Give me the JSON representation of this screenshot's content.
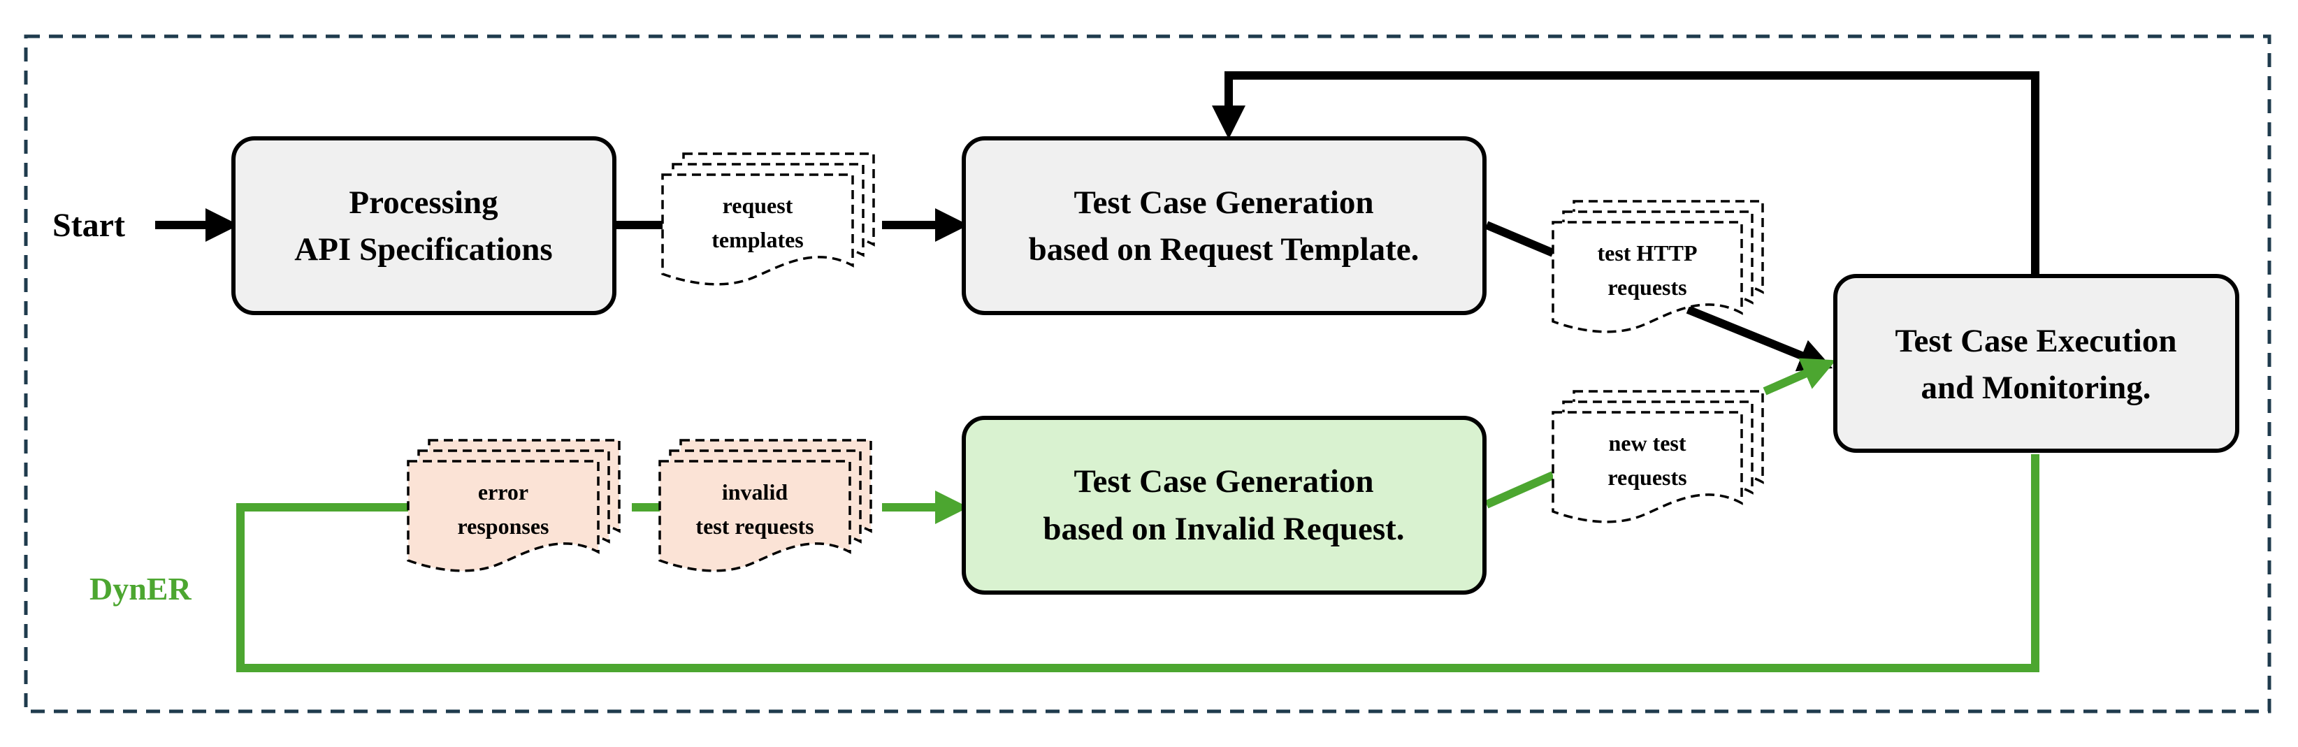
{
  "colors": {
    "frame": "#1f3b4d",
    "black_flow": "#000000",
    "green_flow": "#4ca630",
    "box_fill_gray": "#f0f0f0",
    "box_fill_green": "#d9f2d0",
    "doc_fill_peach": "#fbe3d6",
    "doc_fill_white": "#ffffff"
  },
  "start_label": "Start",
  "dyner_label": "DynER",
  "boxes": {
    "processing": {
      "line1": "Processing",
      "line2": "API Specifications"
    },
    "gen_template": {
      "line1": "Test Case Generation",
      "line2": "based on Request Template."
    },
    "gen_invalid": {
      "line1": "Test Case Generation",
      "line2": "based on Invalid Request."
    },
    "execution": {
      "line1": "Test Case Execution",
      "line2": "and Monitoring."
    }
  },
  "documents": {
    "request_templates": {
      "line1": "request",
      "line2": "templates"
    },
    "test_http_requests": {
      "line1": "test HTTP",
      "line2": "requests"
    },
    "new_test_requests": {
      "line1": "new test",
      "line2": "requests"
    },
    "error_responses": {
      "line1": "error",
      "line2": "responses"
    },
    "invalid_test_requests": {
      "line1": "invalid",
      "line2": "test requests"
    }
  }
}
